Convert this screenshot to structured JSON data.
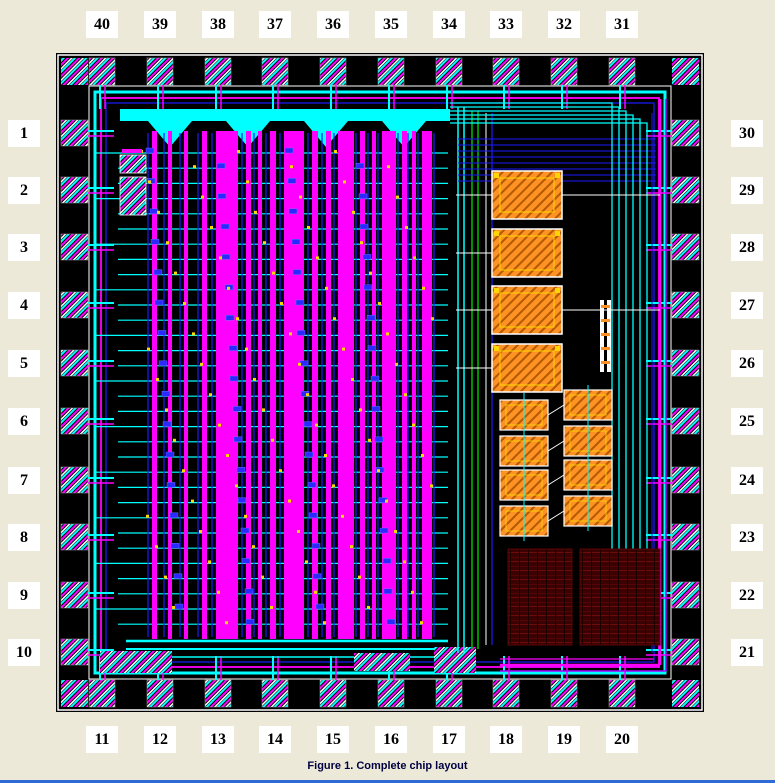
{
  "figure": {
    "caption": "Figure 1. Complete chip layout"
  },
  "pins": {
    "top": [
      "40",
      "39",
      "38",
      "37",
      "36",
      "35",
      "34",
      "33",
      "32",
      "31"
    ],
    "left": [
      "1",
      "2",
      "3",
      "4",
      "5",
      "6",
      "7",
      "8",
      "9",
      "10"
    ],
    "right": [
      "30",
      "29",
      "28",
      "27",
      "26",
      "25",
      "24",
      "23",
      "22",
      "21"
    ],
    "bottom": [
      "11",
      "12",
      "13",
      "14",
      "15",
      "16",
      "17",
      "18",
      "19",
      "20"
    ]
  },
  "palette": {
    "background": "#ece9d8",
    "chip_black": "#000000",
    "metal_cyan": "#00ffff",
    "metal_magenta": "#ff00ff",
    "poly_blue": "#1a1aff",
    "contact_yellow": "#ffd700",
    "capacitor_orange": "#ff9224",
    "capacitor_dark": "#b35900",
    "well_darkred": "#3a0202",
    "wire_green": "#00c000",
    "wire_purple": "#b000ff",
    "outline_white": "#ffffff",
    "caption_text": "#000042",
    "frame_blue": "#2e6bd6"
  }
}
